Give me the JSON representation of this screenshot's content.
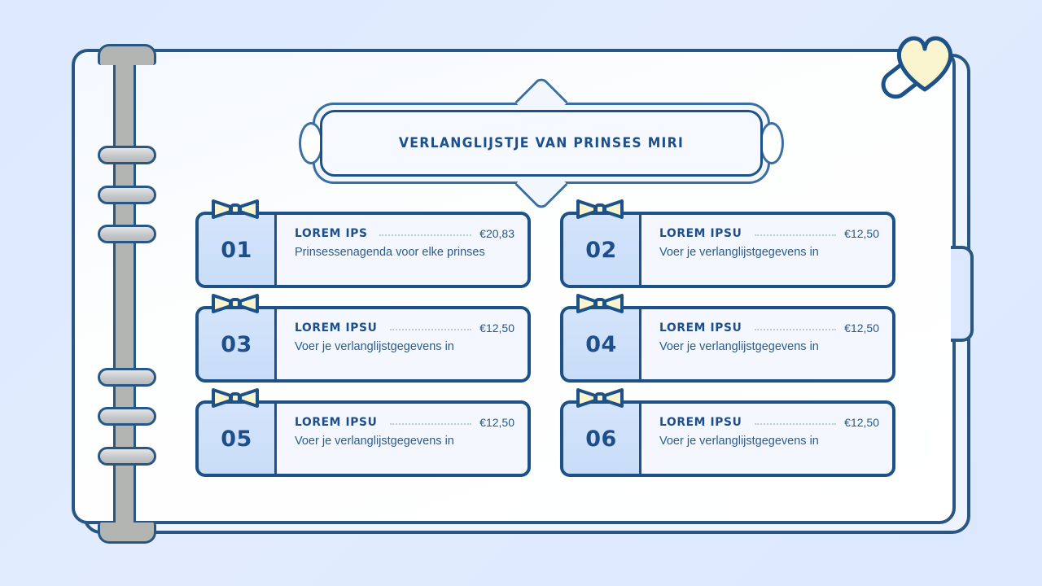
{
  "document": {
    "title": "VERLANGLIJSTJE VAN PRINSES MIRI",
    "decorations": {
      "heart": "heart-icon",
      "pen": "pen-icon",
      "bookmark_tab": "bookmark-tab",
      "bow": "bow-icon"
    }
  },
  "colors": {
    "background": "#dce9fe",
    "ink": "#1d4f8c",
    "outline": "#1d5288",
    "card_number_bg": "#d3e4fb",
    "card_body_bg": "#f4f8fe",
    "bow_cream": "#fdf6d2",
    "spine_gray": "#b3b5b3",
    "ring_gray": "#d3d6d8"
  },
  "rings": {
    "count": 6,
    "positions_y": [
      113,
      162,
      210,
      386,
      434,
      483
    ]
  },
  "items": [
    {
      "number": "01",
      "title": "LOREM IPS",
      "price": "€20,83",
      "subtitle": "Prinsessenagenda voor elke prinses"
    },
    {
      "number": "02",
      "title": "LOREM IPSU",
      "price": "€12,50",
      "subtitle": "Voer je verlanglijstgegevens in"
    },
    {
      "number": "03",
      "title": "LOREM IPSU",
      "price": "€12,50",
      "subtitle": "Voer je verlanglijstgegevens in"
    },
    {
      "number": "04",
      "title": "LOREM IPSU",
      "price": "€12,50",
      "subtitle": "Voer je verlanglijstgegevens in"
    },
    {
      "number": "05",
      "title": "LOREM IPSU",
      "price": "€12,50",
      "subtitle": "Voer je verlanglijstgegevens in"
    },
    {
      "number": "06",
      "title": "LOREM IPSU",
      "price": "€12,50",
      "subtitle": "Voer je verlanglijstgegevens in"
    }
  ]
}
